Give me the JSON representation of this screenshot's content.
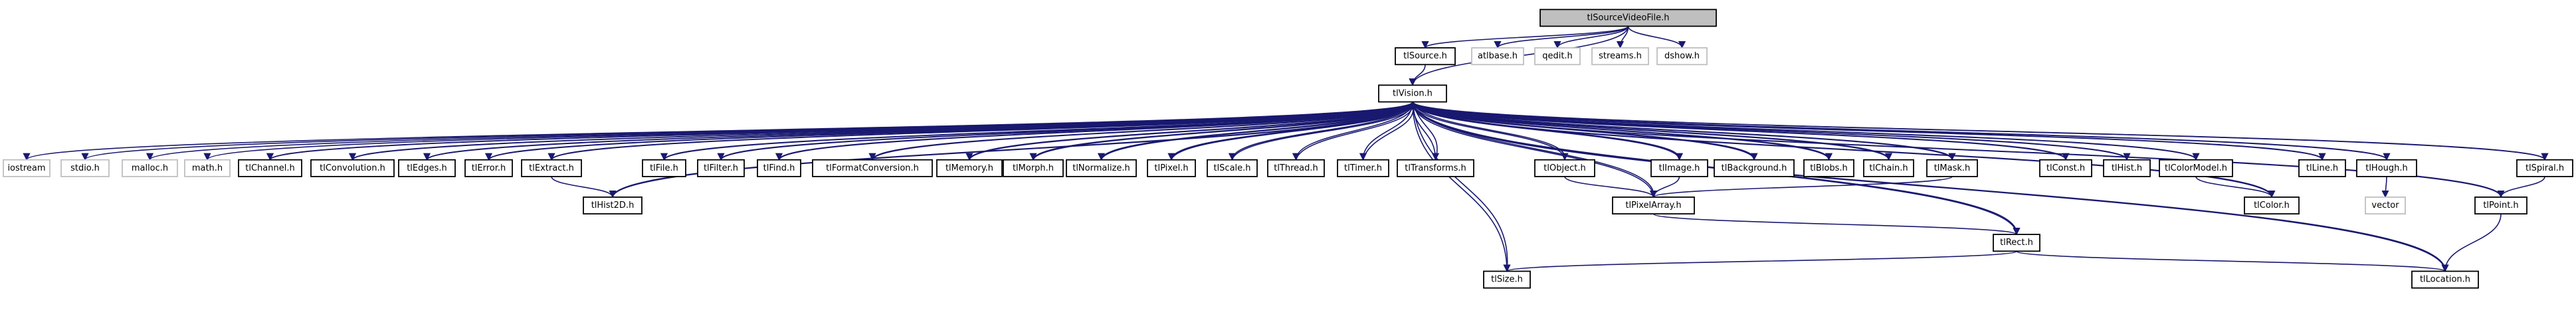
{
  "colors": {
    "edge": "#191970",
    "root_fill": "#bfbfbf",
    "node_border": "#000000",
    "external_border": "#bfbfbf"
  },
  "nodes": [
    {
      "id": "root",
      "label": "tlSourceVideoFile.h",
      "kind": "root"
    },
    {
      "id": "tlSource",
      "label": "tlSource.h",
      "kind": "local"
    },
    {
      "id": "atlbase",
      "label": "atlbase.h",
      "kind": "external"
    },
    {
      "id": "qedit",
      "label": "qedit.h",
      "kind": "external"
    },
    {
      "id": "streams",
      "label": "streams.h",
      "kind": "external"
    },
    {
      "id": "dshow",
      "label": "dshow.h",
      "kind": "external"
    },
    {
      "id": "tlVision",
      "label": "tlVision.h",
      "kind": "local"
    },
    {
      "id": "iostream",
      "label": "iostream",
      "kind": "external"
    },
    {
      "id": "stdio",
      "label": "stdio.h",
      "kind": "external"
    },
    {
      "id": "malloc",
      "label": "malloc.h",
      "kind": "external"
    },
    {
      "id": "math",
      "label": "math.h",
      "kind": "external"
    },
    {
      "id": "tlChannel",
      "label": "tlChannel.h",
      "kind": "local"
    },
    {
      "id": "tlConvolution",
      "label": "tlConvolution.h",
      "kind": "local"
    },
    {
      "id": "tlEdges",
      "label": "tlEdges.h",
      "kind": "local"
    },
    {
      "id": "tlError",
      "label": "tlError.h",
      "kind": "local"
    },
    {
      "id": "tlExtract",
      "label": "tlExtract.h",
      "kind": "local"
    },
    {
      "id": "tlFile",
      "label": "tlFile.h",
      "kind": "local"
    },
    {
      "id": "tlFilter",
      "label": "tlFilter.h",
      "kind": "local"
    },
    {
      "id": "tlFind",
      "label": "tlFind.h",
      "kind": "local"
    },
    {
      "id": "tlFormatConversion",
      "label": "tlFormatConversion.h",
      "kind": "local"
    },
    {
      "id": "tlMemory",
      "label": "tlMemory.h",
      "kind": "local"
    },
    {
      "id": "tlMorph",
      "label": "tlMorph.h",
      "kind": "local"
    },
    {
      "id": "tlNormalize",
      "label": "tlNormalize.h",
      "kind": "local"
    },
    {
      "id": "tlPixel",
      "label": "tlPixel.h",
      "kind": "local"
    },
    {
      "id": "tlScale",
      "label": "tlScale.h",
      "kind": "local"
    },
    {
      "id": "tlThread",
      "label": "tlThread.h",
      "kind": "local"
    },
    {
      "id": "tlTimer",
      "label": "tlTimer.h",
      "kind": "local"
    },
    {
      "id": "tlTransforms",
      "label": "tlTransforms.h",
      "kind": "local"
    },
    {
      "id": "tlObject",
      "label": "tlObject.h",
      "kind": "local"
    },
    {
      "id": "tlImage",
      "label": "tlImage.h",
      "kind": "local"
    },
    {
      "id": "tlBackground",
      "label": "tlBackground.h",
      "kind": "local"
    },
    {
      "id": "tlBlobs",
      "label": "tlBlobs.h",
      "kind": "local"
    },
    {
      "id": "tlChain",
      "label": "tlChain.h",
      "kind": "local"
    },
    {
      "id": "tlMask",
      "label": "tlMask.h",
      "kind": "local"
    },
    {
      "id": "tlConst",
      "label": "tlConst.h",
      "kind": "local"
    },
    {
      "id": "tlHist",
      "label": "tlHist.h",
      "kind": "local"
    },
    {
      "id": "tlColorModel",
      "label": "tlColorModel.h",
      "kind": "local"
    },
    {
      "id": "tlLine",
      "label": "tlLine.h",
      "kind": "local"
    },
    {
      "id": "tlHough",
      "label": "tlHough.h",
      "kind": "local"
    },
    {
      "id": "tlSpiral",
      "label": "tlSpiral.h",
      "kind": "local"
    },
    {
      "id": "tlHist2D",
      "label": "tlHist2D.h",
      "kind": "local"
    },
    {
      "id": "tlPixelArray",
      "label": "tlPixelArray.h",
      "kind": "local"
    },
    {
      "id": "tlColor",
      "label": "tlColor.h",
      "kind": "local"
    },
    {
      "id": "vector",
      "label": "vector",
      "kind": "external"
    },
    {
      "id": "tlPoint",
      "label": "tlPoint.h",
      "kind": "local"
    },
    {
      "id": "tlRect",
      "label": "tlRect.h",
      "kind": "local"
    },
    {
      "id": "tlSize",
      "label": "tlSize.h",
      "kind": "local"
    },
    {
      "id": "tlLocation",
      "label": "tlLocation.h",
      "kind": "local"
    }
  ],
  "edges": [
    [
      "root",
      "tlSource"
    ],
    [
      "root",
      "atlbase"
    ],
    [
      "root",
      "qedit"
    ],
    [
      "root",
      "streams"
    ],
    [
      "root",
      "dshow"
    ],
    [
      "root",
      "tlVision"
    ],
    [
      "tlSource",
      "tlVision"
    ],
    [
      "tlVision",
      "iostream"
    ],
    [
      "tlVision",
      "stdio"
    ],
    [
      "tlVision",
      "malloc"
    ],
    [
      "tlVision",
      "math"
    ],
    [
      "tlVision",
      "tlChannel"
    ],
    [
      "tlVision",
      "tlConvolution"
    ],
    [
      "tlVision",
      "tlEdges"
    ],
    [
      "tlVision",
      "tlError"
    ],
    [
      "tlVision",
      "tlExtract"
    ],
    [
      "tlVision",
      "tlFile"
    ],
    [
      "tlVision",
      "tlFilter"
    ],
    [
      "tlVision",
      "tlFind"
    ],
    [
      "tlVision",
      "tlFormatConversion"
    ],
    [
      "tlVision",
      "tlMemory"
    ],
    [
      "tlVision",
      "tlMorph"
    ],
    [
      "tlVision",
      "tlNormalize"
    ],
    [
      "tlVision",
      "tlPixel"
    ],
    [
      "tlVision",
      "tlScale"
    ],
    [
      "tlVision",
      "tlThread"
    ],
    [
      "tlVision",
      "tlTimer"
    ],
    [
      "tlVision",
      "tlTransforms"
    ],
    [
      "tlVision",
      "tlObject"
    ],
    [
      "tlVision",
      "tlImage"
    ],
    [
      "tlVision",
      "tlBackground"
    ],
    [
      "tlVision",
      "tlBlobs"
    ],
    [
      "tlVision",
      "tlChain"
    ],
    [
      "tlVision",
      "tlMask"
    ],
    [
      "tlVision",
      "tlConst"
    ],
    [
      "tlVision",
      "tlHist"
    ],
    [
      "tlVision",
      "tlColorModel"
    ],
    [
      "tlVision",
      "tlLine"
    ],
    [
      "tlVision",
      "tlHough"
    ],
    [
      "tlVision",
      "tlSpiral"
    ],
    [
      "tlVision",
      "tlHist2D"
    ],
    [
      "tlVision",
      "tlPixelArray"
    ],
    [
      "tlVision",
      "tlColor"
    ],
    [
      "tlVision",
      "tlPoint"
    ],
    [
      "tlVision",
      "tlRect"
    ],
    [
      "tlVision",
      "tlSize"
    ],
    [
      "tlVision",
      "tlLocation"
    ],
    [
      "tlChannel",
      "tlVision"
    ],
    [
      "tlConvolution",
      "tlVision"
    ],
    [
      "tlEdges",
      "tlVision"
    ],
    [
      "tlError",
      "tlVision"
    ],
    [
      "tlExtract",
      "tlVision"
    ],
    [
      "tlFile",
      "tlVision"
    ],
    [
      "tlFilter",
      "tlVision"
    ],
    [
      "tlFind",
      "tlVision"
    ],
    [
      "tlFormatConversion",
      "tlVision"
    ],
    [
      "tlMemory",
      "tlVision"
    ],
    [
      "tlMorph",
      "tlVision"
    ],
    [
      "tlNormalize",
      "tlVision"
    ],
    [
      "tlPixel",
      "tlVision"
    ],
    [
      "tlScale",
      "tlVision"
    ],
    [
      "tlThread",
      "tlVision"
    ],
    [
      "tlTimer",
      "tlVision"
    ],
    [
      "tlTransforms",
      "tlVision"
    ],
    [
      "tlObject",
      "tlVision"
    ],
    [
      "tlImage",
      "tlVision"
    ],
    [
      "tlBackground",
      "tlVision"
    ],
    [
      "tlBlobs",
      "tlVision"
    ],
    [
      "tlChain",
      "tlVision"
    ],
    [
      "tlMask",
      "tlVision"
    ],
    [
      "tlConst",
      "tlVision"
    ],
    [
      "tlHist",
      "tlVision"
    ],
    [
      "tlColorModel",
      "tlVision"
    ],
    [
      "tlLine",
      "tlVision"
    ],
    [
      "tlHough",
      "tlVision"
    ],
    [
      "tlSpiral",
      "tlVision"
    ],
    [
      "tlHist2D",
      "tlVision"
    ],
    [
      "tlPixelArray",
      "tlVision"
    ],
    [
      "tlColor",
      "tlVision"
    ],
    [
      "tlPoint",
      "tlVision"
    ],
    [
      "tlRect",
      "tlVision"
    ],
    [
      "tlSize",
      "tlVision"
    ],
    [
      "tlLocation",
      "tlVision"
    ],
    [
      "tlExtract",
      "tlHist2D"
    ],
    [
      "tlObject",
      "tlPixelArray"
    ],
    [
      "tlImage",
      "tlPixelArray"
    ],
    [
      "tlMask",
      "tlPixelArray"
    ],
    [
      "tlPixelArray",
      "tlRect"
    ],
    [
      "tlColorModel",
      "tlColor"
    ],
    [
      "tlHough",
      "vector"
    ],
    [
      "tlSpiral",
      "tlPoint"
    ],
    [
      "tlRect",
      "tlSize"
    ],
    [
      "tlRect",
      "tlLocation"
    ],
    [
      "tlPoint",
      "tlLocation"
    ]
  ]
}
